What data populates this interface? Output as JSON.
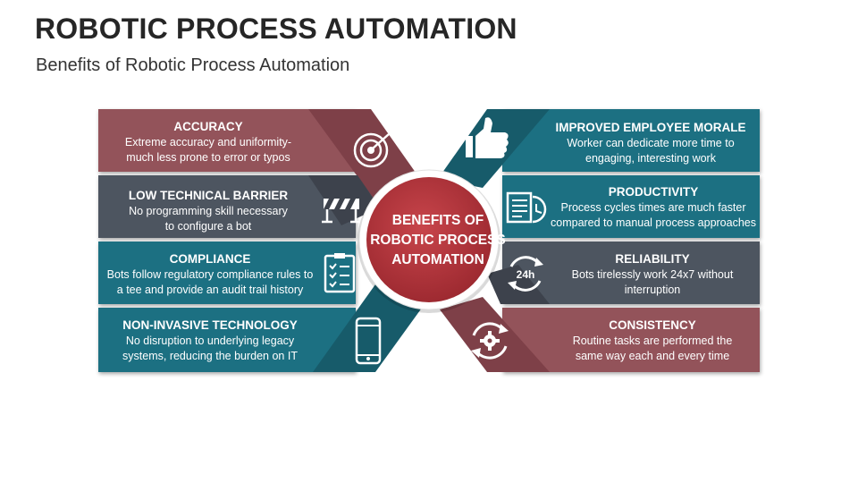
{
  "title": "ROBOTIC PROCESS AUTOMATION",
  "subtitle": "Benefits of Robotic Process Automation",
  "center": {
    "line1": "BENEFITS OF",
    "line2": "ROBOTIC PROCESS",
    "line3": "AUTOMATION"
  },
  "colors": {
    "maroon": "#93525A",
    "slate": "#4E5460",
    "teal": "#1D7082",
    "center": "#B5333A"
  },
  "left_items": [
    {
      "heading": "ACCURACY",
      "line1": "Extreme accuracy and uniformity-",
      "line2": "much less prone to error or typos",
      "icon": "target-icon"
    },
    {
      "heading": "LOW TECHNICAL BARRIER",
      "line1": "No programming skill necessary",
      "line2": "to configure a bot",
      "icon": "barrier-icon"
    },
    {
      "heading": "COMPLIANCE",
      "line1": "Bots follow regulatory compliance rules to",
      "line2": "a tee and provide an audit trail history",
      "icon": "checklist-icon"
    },
    {
      "heading": "NON-INVASIVE TECHNOLOGY",
      "line1": "No disruption to underlying legacy",
      "line2": "systems, reducing the burden on IT",
      "icon": "smartphone-icon"
    }
  ],
  "right_items": [
    {
      "heading": "IMPROVED EMPLOYEE MORALE",
      "line1": "Worker can dedicate more time to",
      "line2": "engaging, interesting work",
      "icon": "thumbs-up-icon"
    },
    {
      "heading": "PRODUCTIVITY",
      "line1": "Process cycles times are much faster",
      "line2": "compared to manual process approaches",
      "icon": "document-clock-icon"
    },
    {
      "heading": "RELIABILITY",
      "line1": "Bots tirelessly work 24x7 without",
      "line2": "interruption",
      "icon": "24h-icon",
      "icon_text": "24h"
    },
    {
      "heading": "CONSISTENCY",
      "line1": "Routine tasks are performed the",
      "line2": "same way each and every time",
      "icon": "gear-cycle-icon"
    }
  ]
}
